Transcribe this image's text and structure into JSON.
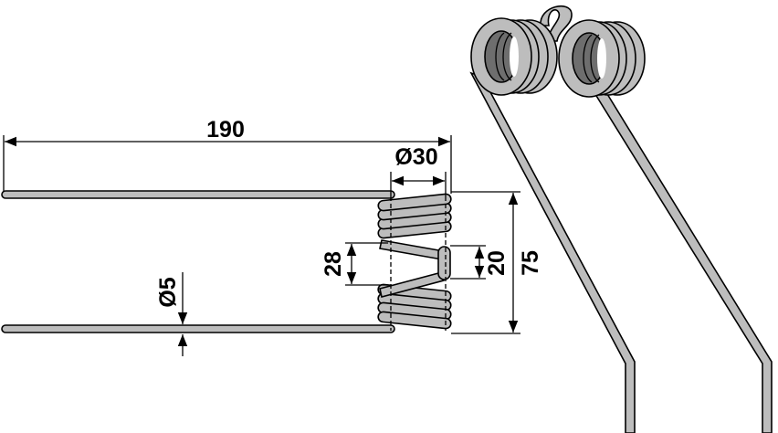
{
  "dimensions": {
    "length": "190",
    "coil_diameter": "Ø30",
    "wire_diameter": "Ø5",
    "gap_outer": "28",
    "gap_inner": "20",
    "total_height": "75"
  },
  "colors": {
    "wire": "#bdbdbd",
    "coil_inner": "#6e6e6e",
    "line": "#000000"
  }
}
